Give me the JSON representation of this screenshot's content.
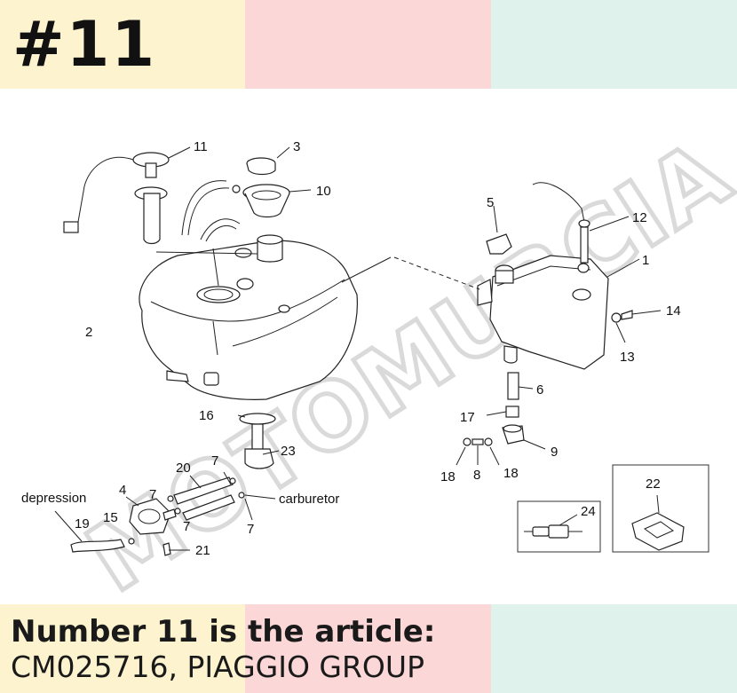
{
  "header": {
    "number": "#11"
  },
  "caption": {
    "line1": "Number 11 is the article:",
    "line2": "CM025716, PIAGGIO GROUP"
  },
  "watermark": {
    "text": "MOTOMURCIA"
  },
  "diagram": {
    "callouts": [
      "11",
      "3",
      "10",
      "5",
      "12",
      "1",
      "2",
      "14",
      "13",
      "6",
      "17",
      "9",
      "18",
      "8",
      "18",
      "16",
      "23",
      "20",
      "7",
      "4",
      "7",
      "19",
      "15",
      "7",
      "21",
      "7",
      "22",
      "24"
    ],
    "notes": {
      "depression": "depression",
      "carburetor": "carburetor"
    }
  }
}
